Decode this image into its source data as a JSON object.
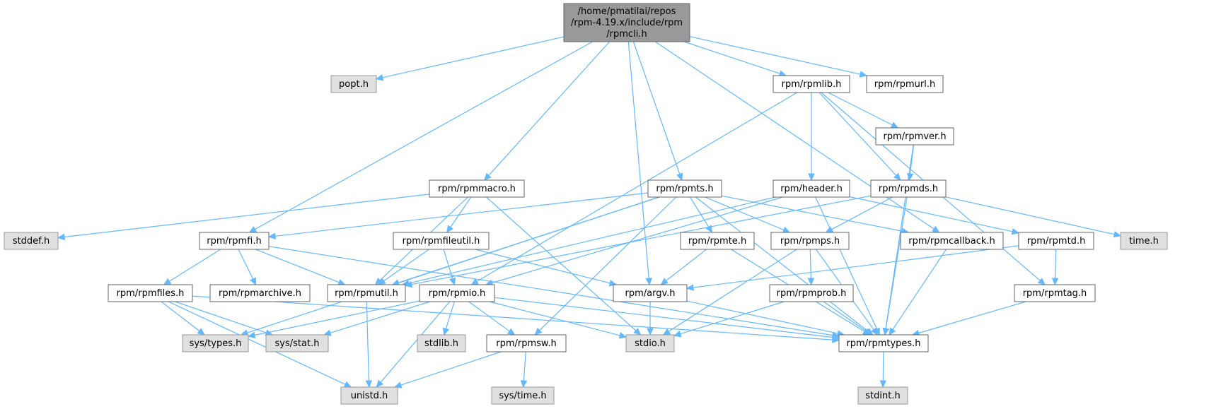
{
  "colors": {
    "root_fill": "#999999",
    "root_border": "#666666",
    "documented_fill": "#ffffff",
    "documented_border": "#666666",
    "external_fill": "#e0e0e0",
    "external_border": "#999999",
    "edge": "#63b8ff"
  },
  "nodes": [
    {
      "id": "rpmcli",
      "kind": "root",
      "lines": [
        "/home/pmatilai/repos",
        "/rpm-4.19.x/include/rpm",
        "/rpmcli.h"
      ]
    },
    {
      "id": "popt",
      "kind": "external",
      "lines": [
        "popt.h"
      ]
    },
    {
      "id": "rpmlib",
      "kind": "documented",
      "lines": [
        "rpm/rpmlib.h"
      ]
    },
    {
      "id": "rpmurl",
      "kind": "documented",
      "lines": [
        "rpm/rpmurl.h"
      ]
    },
    {
      "id": "rpmver",
      "kind": "documented",
      "lines": [
        "rpm/rpmver.h"
      ]
    },
    {
      "id": "rpmmacro",
      "kind": "documented",
      "lines": [
        "rpm/rpmmacro.h"
      ]
    },
    {
      "id": "rpmts",
      "kind": "documented",
      "lines": [
        "rpm/rpmts.h"
      ]
    },
    {
      "id": "header",
      "kind": "documented",
      "lines": [
        "rpm/header.h"
      ]
    },
    {
      "id": "rpmds",
      "kind": "documented",
      "lines": [
        "rpm/rpmds.h"
      ]
    },
    {
      "id": "stddef",
      "kind": "external",
      "lines": [
        "stddef.h"
      ]
    },
    {
      "id": "rpmfi",
      "kind": "documented",
      "lines": [
        "rpm/rpmfi.h"
      ]
    },
    {
      "id": "rpmfileutil",
      "kind": "documented",
      "lines": [
        "rpm/rpmfileutil.h"
      ]
    },
    {
      "id": "rpmte",
      "kind": "documented",
      "lines": [
        "rpm/rpmte.h"
      ]
    },
    {
      "id": "rpmps",
      "kind": "documented",
      "lines": [
        "rpm/rpmps.h"
      ]
    },
    {
      "id": "rpmcallback",
      "kind": "documented",
      "lines": [
        "rpm/rpmcallback.h"
      ]
    },
    {
      "id": "rpmtd",
      "kind": "documented",
      "lines": [
        "rpm/rpmtd.h"
      ]
    },
    {
      "id": "time",
      "kind": "external",
      "lines": [
        "time.h"
      ]
    },
    {
      "id": "rpmfiles",
      "kind": "documented",
      "lines": [
        "rpm/rpmfiles.h"
      ]
    },
    {
      "id": "rpmarchive",
      "kind": "documented",
      "lines": [
        "rpm/rpmarchive.h"
      ]
    },
    {
      "id": "rpmutil",
      "kind": "documented",
      "lines": [
        "rpm/rpmutil.h"
      ]
    },
    {
      "id": "rpmio",
      "kind": "documented",
      "lines": [
        "rpm/rpmio.h"
      ]
    },
    {
      "id": "argv",
      "kind": "documented",
      "lines": [
        "rpm/argv.h"
      ]
    },
    {
      "id": "rpmprob",
      "kind": "documented",
      "lines": [
        "rpm/rpmprob.h"
      ]
    },
    {
      "id": "rpmtag",
      "kind": "documented",
      "lines": [
        "rpm/rpmtag.h"
      ]
    },
    {
      "id": "systypes",
      "kind": "external",
      "lines": [
        "sys/types.h"
      ]
    },
    {
      "id": "sysstat",
      "kind": "external",
      "lines": [
        "sys/stat.h"
      ]
    },
    {
      "id": "stdlib",
      "kind": "external",
      "lines": [
        "stdlib.h"
      ]
    },
    {
      "id": "rpmsw",
      "kind": "documented",
      "lines": [
        "rpm/rpmsw.h"
      ]
    },
    {
      "id": "stdio",
      "kind": "external",
      "lines": [
        "stdio.h"
      ]
    },
    {
      "id": "rpmtypes",
      "kind": "documented",
      "lines": [
        "rpm/rpmtypes.h"
      ]
    },
    {
      "id": "unistd",
      "kind": "external",
      "lines": [
        "unistd.h"
      ]
    },
    {
      "id": "systime",
      "kind": "external",
      "lines": [
        "sys/time.h"
      ]
    },
    {
      "id": "stdint",
      "kind": "external",
      "lines": [
        "stdint.h"
      ]
    }
  ],
  "edges": [
    [
      "rpmcli",
      "popt"
    ],
    [
      "rpmcli",
      "rpmlib"
    ],
    [
      "rpmcli",
      "rpmurl"
    ],
    [
      "rpmcli",
      "rpmmacro"
    ],
    [
      "rpmcli",
      "rpmts"
    ],
    [
      "rpmcli",
      "rpmfi"
    ],
    [
      "rpmcli",
      "argv"
    ],
    [
      "rpmcli",
      "rpmcallback"
    ],
    [
      "rpmlib",
      "rpmver"
    ],
    [
      "rpmlib",
      "header"
    ],
    [
      "rpmlib",
      "rpmds"
    ],
    [
      "rpmlib",
      "rpmio"
    ],
    [
      "rpmlib",
      "rpmtag"
    ],
    [
      "rpmver",
      "rpmds"
    ],
    [
      "rpmver",
      "rpmtypes"
    ],
    [
      "rpmmacro",
      "stddef"
    ],
    [
      "rpmmacro",
      "rpmfileutil"
    ],
    [
      "rpmmacro",
      "rpmutil"
    ],
    [
      "rpmmacro",
      "stdio"
    ],
    [
      "rpmts",
      "rpmfi"
    ],
    [
      "rpmts",
      "rpmte"
    ],
    [
      "rpmts",
      "rpmps"
    ],
    [
      "rpmts",
      "rpmcallback"
    ],
    [
      "rpmts",
      "rpmtypes"
    ],
    [
      "rpmts",
      "rpmsw"
    ],
    [
      "rpmts",
      "systypes"
    ],
    [
      "rpmts",
      "rpmutil"
    ],
    [
      "header",
      "rpmtd"
    ],
    [
      "header",
      "rpmio"
    ],
    [
      "header",
      "rpmtypes"
    ],
    [
      "header",
      "rpmutil"
    ],
    [
      "rpmds",
      "time"
    ],
    [
      "rpmds",
      "rpmps"
    ],
    [
      "rpmds",
      "rpmtypes"
    ],
    [
      "rpmds",
      "rpmutil"
    ],
    [
      "rpmfi",
      "rpmfiles"
    ],
    [
      "rpmfi",
      "rpmarchive"
    ],
    [
      "rpmfi",
      "rpmutil"
    ],
    [
      "rpmfi",
      "rpmtypes"
    ],
    [
      "rpmfileutil",
      "rpmio"
    ],
    [
      "rpmfileutil",
      "rpmutil"
    ],
    [
      "rpmfileutil",
      "argv"
    ],
    [
      "rpmte",
      "argv"
    ],
    [
      "rpmte",
      "rpmtypes"
    ],
    [
      "rpmps",
      "rpmprob"
    ],
    [
      "rpmps",
      "rpmtypes"
    ],
    [
      "rpmps",
      "stdio"
    ],
    [
      "rpmcallback",
      "rpmtypes"
    ],
    [
      "rpmtd",
      "rpmtag"
    ],
    [
      "rpmtd",
      "argv"
    ],
    [
      "rpmfiles",
      "systypes"
    ],
    [
      "rpmfiles",
      "sysstat"
    ],
    [
      "rpmfiles",
      "unistd"
    ],
    [
      "rpmfiles",
      "rpmtypes"
    ],
    [
      "rpmutil",
      "unistd"
    ],
    [
      "rpmio",
      "systypes"
    ],
    [
      "rpmio",
      "sysstat"
    ],
    [
      "rpmio",
      "stdlib"
    ],
    [
      "rpmio",
      "rpmsw"
    ],
    [
      "rpmio",
      "stdio"
    ],
    [
      "rpmio",
      "unistd"
    ],
    [
      "rpmio",
      "rpmtypes"
    ],
    [
      "argv",
      "stdio"
    ],
    [
      "argv",
      "rpmtypes"
    ],
    [
      "rpmprob",
      "stdio"
    ],
    [
      "rpmprob",
      "rpmtypes"
    ],
    [
      "rpmtag",
      "rpmtypes"
    ],
    [
      "rpmsw",
      "unistd"
    ],
    [
      "rpmsw",
      "systime"
    ],
    [
      "rpmtypes",
      "stdint"
    ]
  ]
}
